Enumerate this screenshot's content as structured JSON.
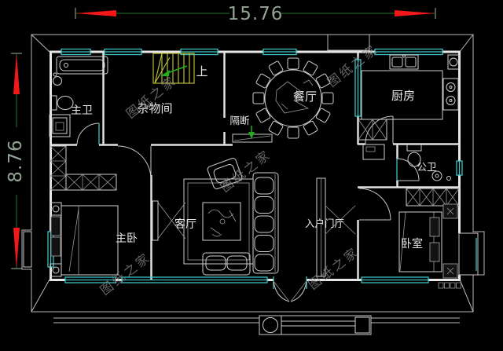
{
  "plan": {
    "dim_width": "15.76",
    "dim_height": "8.76",
    "watermark": "图纸之家",
    "stairs_up": "上",
    "partition_label": "隔断",
    "rooms": {
      "master_bath": "主卫",
      "storage": "杂物间",
      "dining": "餐厅",
      "kitchen": "厨房",
      "public_bath": "公卫",
      "master_bedroom": "主卧",
      "living_room": "客厅",
      "entry_hall": "入户门厅",
      "bedroom": "卧室"
    },
    "colors": {
      "background": "#000000",
      "wall": "#e6e6e6",
      "window": "#3ec3c3",
      "dimension_arrow": "#f21818",
      "dimension_line": "#2a7a2a",
      "dimension_text": "#93a393",
      "stairs": "#b8b838",
      "green_arrow": "#1fae1f",
      "watermark": "#8c8c8c"
    }
  }
}
